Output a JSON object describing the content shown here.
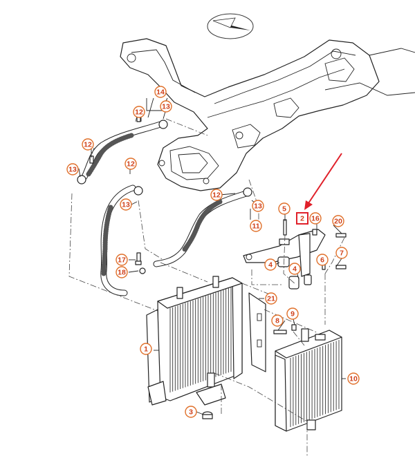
{
  "colors": {
    "callout": "#e0702a",
    "callout_text": "#d0401a",
    "highlight": "#e0202a",
    "line": "#222222"
  },
  "callouts": [
    {
      "id": "1",
      "label": "1"
    },
    {
      "id": "2",
      "label": "2",
      "highlighted": true
    },
    {
      "id": "3",
      "label": "3"
    },
    {
      "id": "4a",
      "label": "4"
    },
    {
      "id": "4b",
      "label": "4"
    },
    {
      "id": "5",
      "label": "5"
    },
    {
      "id": "6",
      "label": "6"
    },
    {
      "id": "7",
      "label": "7"
    },
    {
      "id": "8",
      "label": "8"
    },
    {
      "id": "9",
      "label": "9"
    },
    {
      "id": "10",
      "label": "10"
    },
    {
      "id": "11",
      "label": "11"
    },
    {
      "id": "12a",
      "label": "12"
    },
    {
      "id": "12b",
      "label": "12"
    },
    {
      "id": "12c",
      "label": "12"
    },
    {
      "id": "12d",
      "label": "12"
    },
    {
      "id": "13a",
      "label": "13"
    },
    {
      "id": "13b",
      "label": "13"
    },
    {
      "id": "13c",
      "label": "13"
    },
    {
      "id": "13d",
      "label": "13"
    },
    {
      "id": "14",
      "label": "14"
    },
    {
      "id": "16",
      "label": "16"
    },
    {
      "id": "17",
      "label": "17"
    },
    {
      "id": "18",
      "label": "18"
    },
    {
      "id": "20",
      "label": "20"
    },
    {
      "id": "21",
      "label": "21"
    }
  ],
  "icons": {
    "compass": "compass-rose-icon",
    "pointer": "red-arrow-icon"
  }
}
